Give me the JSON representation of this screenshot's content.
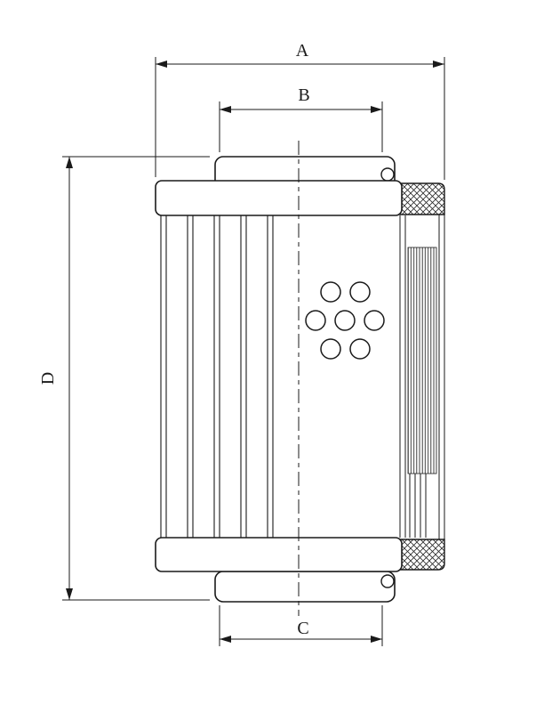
{
  "drawing": {
    "background": "#ffffff",
    "line_color": "#1a1a1a",
    "labels": {
      "A": "A",
      "B": "B",
      "C": "C",
      "D": "D"
    }
  }
}
